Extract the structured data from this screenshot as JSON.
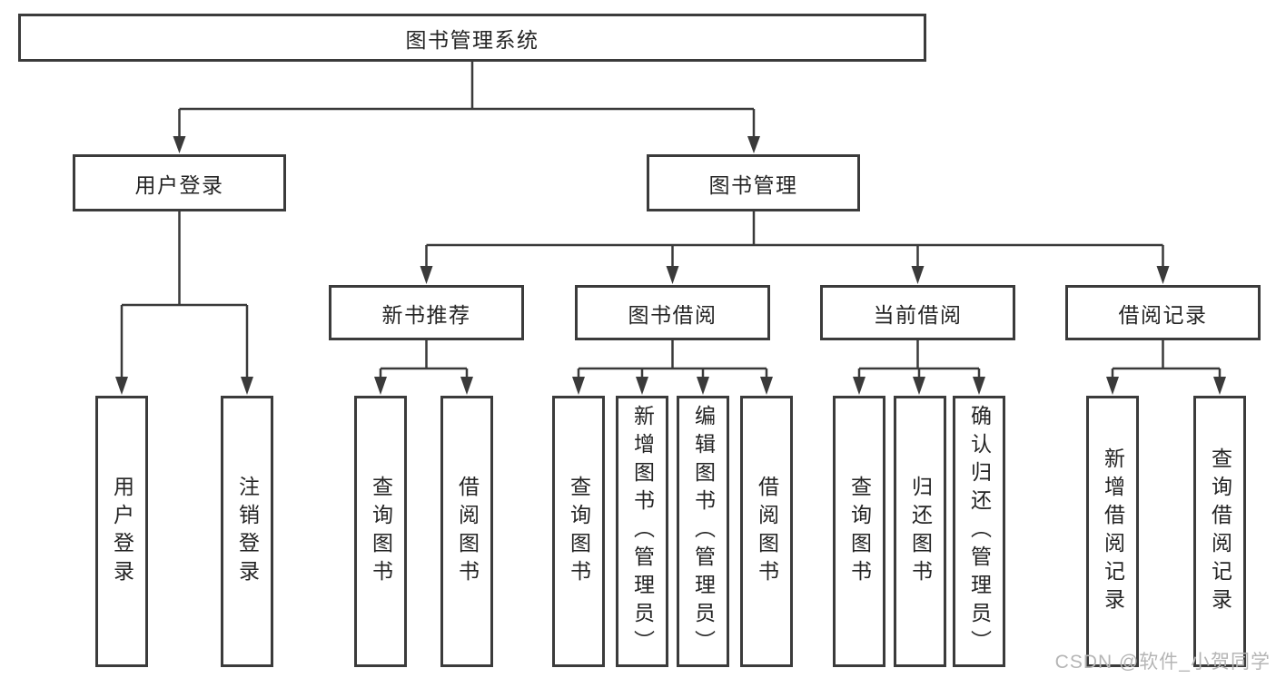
{
  "diagram": {
    "title_node": {
      "label": "图书管理系统"
    },
    "level2": [
      {
        "id": "user-login",
        "label": "用户登录"
      },
      {
        "id": "book-management",
        "label": "图书管理"
      }
    ],
    "level3": [
      {
        "id": "new-book-recommendation",
        "parent": "图书管理",
        "label": "新书推荐"
      },
      {
        "id": "book-borrowing",
        "parent": "图书管理",
        "label": "图书借阅"
      },
      {
        "id": "current-borrowing",
        "parent": "图书管理",
        "label": "当前借阅"
      },
      {
        "id": "borrowing-records",
        "parent": "图书管理",
        "label": "借阅记录"
      }
    ],
    "leaves": [
      {
        "id": "user-login-leaf",
        "parent": "用户登录",
        "label": "用户登录"
      },
      {
        "id": "logout-leaf",
        "parent": "用户登录",
        "label": "注销登录"
      },
      {
        "id": "search-books-recommend",
        "parent": "新书推荐",
        "label": "查询图书"
      },
      {
        "id": "borrow-books-recommend",
        "parent": "新书推荐",
        "label": "借阅图书"
      },
      {
        "id": "search-books-borrowing",
        "parent": "图书借阅",
        "label": "查询图书"
      },
      {
        "id": "add-books-admin",
        "parent": "图书借阅",
        "label": "新增图书（管理员）"
      },
      {
        "id": "edit-books-admin",
        "parent": "图书借阅",
        "label": "编辑图书（管理员）"
      },
      {
        "id": "borrow-books-borrowing",
        "parent": "图书借阅",
        "label": "借阅图书"
      },
      {
        "id": "search-books-current",
        "parent": "当前借阅",
        "label": "查询图书"
      },
      {
        "id": "return-books",
        "parent": "当前借阅",
        "label": "归还图书"
      },
      {
        "id": "confirm-return-admin",
        "parent": "当前借阅",
        "label": "确认归还（管理员）"
      },
      {
        "id": "add-borrow-record",
        "parent": "借阅记录",
        "label": "新增借阅记录"
      },
      {
        "id": "search-borrow-record",
        "parent": "借阅记录",
        "label": "查询借阅记录"
      }
    ],
    "watermark": "CSDN @软件_小贺同学",
    "colors": {
      "border": "#3b3b3b",
      "line": "#3a3a3a",
      "text": "#242424",
      "background": "#ffffff",
      "watermark": "#b5b5b5"
    }
  }
}
